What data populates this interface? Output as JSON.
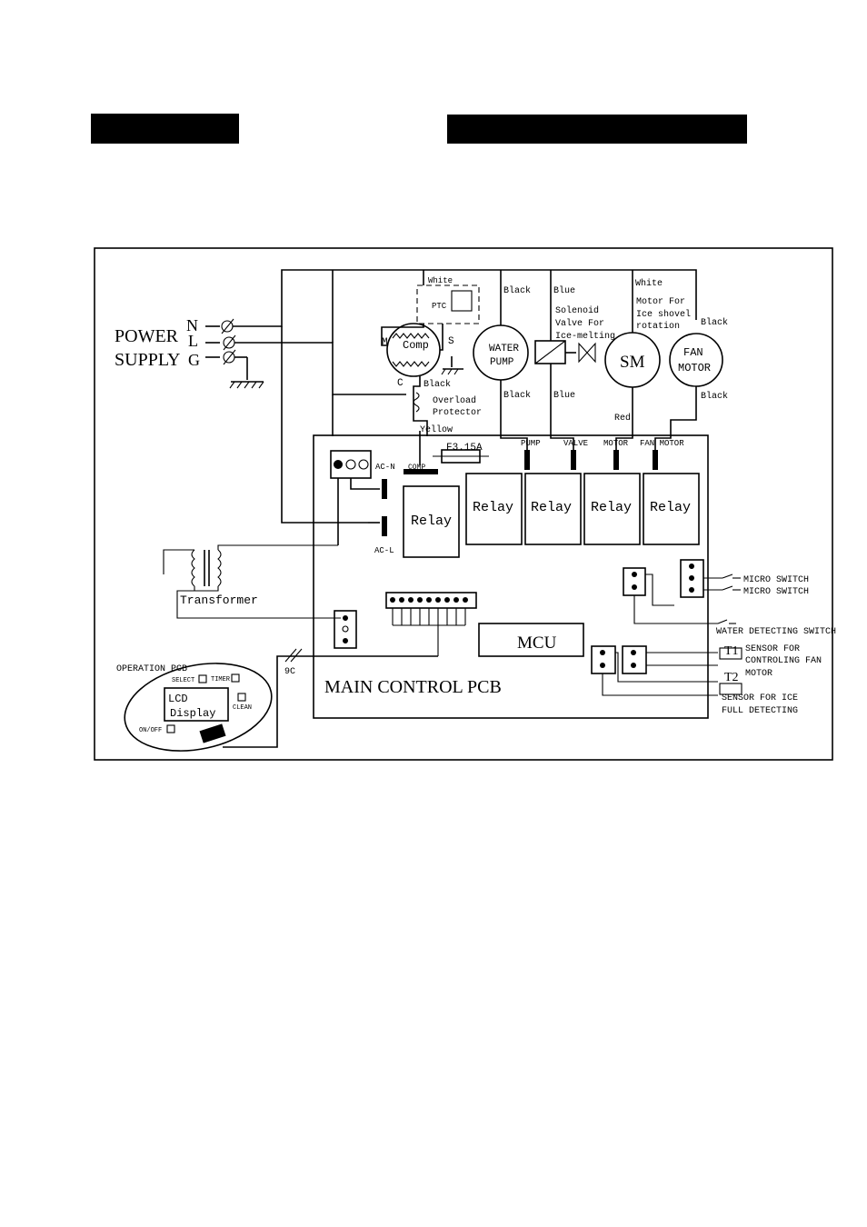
{
  "header": {
    "left_bar": "",
    "right_bar": ""
  },
  "power": {
    "title_line1": "POWER",
    "title_line2": "SUPPLY",
    "n": "N",
    "l": "L",
    "g": "G"
  },
  "compressor": {
    "label": "Comp",
    "m": "M",
    "s": "S",
    "c": "C",
    "ptc": "PTC"
  },
  "wires": {
    "white_ptc": "White",
    "black_comp": "Black",
    "yellow": "Yellow",
    "black_pump_top": "Black",
    "black_pump_bot": "Black",
    "blue_top": "Blue",
    "blue_bot": "Blue",
    "white_sm": "White",
    "black_fan_top": "Black",
    "black_fan_bot": "Black",
    "red": "Red"
  },
  "overload": {
    "line1": "Overload",
    "line2": "Protector"
  },
  "components": {
    "pump_line1": "WATER",
    "pump_line2": "PUMP",
    "solenoid_line1": "Solenoid",
    "solenoid_line2": "Valve For",
    "solenoid_line3": "Ice-melting",
    "sm": "SM",
    "motor_line1": "Motor For",
    "motor_line2": "Ice shovel",
    "motor_line3": "rotation",
    "fan_line1": "FAN",
    "fan_line2": "MOTOR"
  },
  "pcb": {
    "fuse": "F3.15A",
    "comp": "COMP",
    "pump": "PUMP",
    "valve": "VALVE",
    "motor": "MOTOR",
    "fan_motor": "FAN MOTOR",
    "ac_n": "AC-N",
    "ac_l": "AC-L",
    "relays": [
      "Relay",
      "Relay",
      "Relay",
      "Relay",
      "Relay"
    ],
    "mcu": "MCU",
    "main": "MAIN CONTROL PCB",
    "nine_c": "9C"
  },
  "transformer": "Transformer",
  "switches": {
    "micro1": "MICRO SWITCH",
    "micro2": "MICRO SWITCH",
    "water": "WATER DETECTING SWITCH",
    "t1": "T1",
    "t2": "T2",
    "sensor_fan_1": "SENSOR FOR",
    "sensor_fan_2": "CONTROLING FAN",
    "sensor_fan_3": "MOTOR",
    "sensor_ice_1": "SENSOR FOR ICE",
    "sensor_ice_2": "FULL DETECTING"
  },
  "operation": {
    "title": "OPERATION PCB",
    "select": "SELECT",
    "timer": "TIMER",
    "lcd1": "LCD",
    "lcd2": "Display",
    "clean": "CLEAN",
    "onoff": "ON/OFF"
  }
}
